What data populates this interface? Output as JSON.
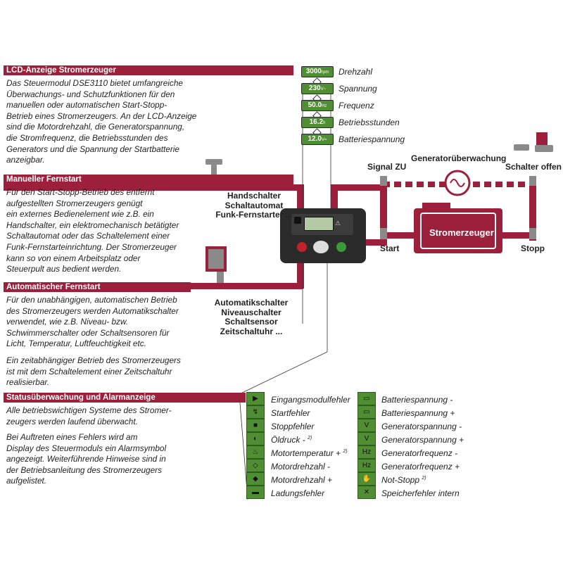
{
  "lcd": {
    "title": "LCD-Anzeige Stromerzeuger",
    "lines": [
      "Das Steuermodul DSE3110 bietet umfangreiche",
      "Überwachungs- und Schutzfunktionen für den",
      "manuellen oder automatischen Start-Stopp-",
      "Betrieb eines Stromerzeugers. An der LCD-Anzeige",
      "sind die Motordrehzahl, die Generatorspannung,",
      "die Stromfrequenz, die Betriebsstunden des",
      "Generators und die Spannung der Startbatterie",
      "anzeigbar."
    ]
  },
  "manual": {
    "title": "Manueller Fernstart",
    "lines": [
      "Für den Start-Stopp-Betrieb des entfernt",
      "aufgestellten Stromerzeugers genügt",
      "ein externes Bedienelement wie z.B. ein",
      "Handschalter, ein elektromechanisch betätigter",
      "Schaltautomat oder das Schaltelement einer",
      "Funk-Fernstarteinrichtung. Der Stromerzeuger",
      "kann so von einem Arbeitsplatz oder",
      "Steuerpult aus bedient werden."
    ]
  },
  "auto": {
    "title": "Automatischer Fernstart",
    "lines": [
      "Für den unabhängigen, automatischen Betrieb",
      "des Stromerzeugers werden Automatikschalter",
      "verwendet, wie z.B. Niveau- bzw.",
      "Schwimmerschalter oder Schaltsensoren für",
      "Licht, Temperatur, Luftfeuchtigkeit etc."
    ],
    "lines2": [
      "Ein zeitabhängiger Betrieb des Stromerzeugers",
      "ist mit dem Schaltelement einer Zeitschaltuhr",
      "realisierbar."
    ]
  },
  "status": {
    "title": "Statusüberwachung und Alarmanzeige",
    "lines": [
      "Alle betriebswichtigen Systeme des Stromer-",
      "zeugers werden laufend überwacht."
    ],
    "lines2": [
      "Bei Auftreten eines Fehlers wird am",
      "Display des Steuermoduls ein Alarmsymbol",
      "angezeigt. Weiterführende Hinweise sind in",
      "der Betriebsanleitung des Stromerzeugers",
      "aufgelistet."
    ]
  },
  "readouts": [
    {
      "value": "3000",
      "unit": "rpm",
      "label": "Drehzahl"
    },
    {
      "value": "230",
      "unit": "V~",
      "label": "Spannung"
    },
    {
      "value": "50.0",
      "unit": "Hz",
      "label": "Frequenz"
    },
    {
      "value": "16.2",
      "unit": "h",
      "label": "Betriebsstunden"
    },
    {
      "value": "12.0",
      "unit": "V=",
      "label": "Batteriespannung"
    }
  ],
  "manual_switches": [
    "Handschalter",
    "Schaltautomat",
    "Funk-Fernstarter ..."
  ],
  "auto_switches": [
    "Automatikschalter",
    "Niveauschalter",
    "Schaltsensor",
    "Zeitschaltuhr ..."
  ],
  "circuit": {
    "signal": "Signal ZU",
    "monitor": "Generatorüberwachung",
    "switch_open": "Schalter offen",
    "generator": "Stromerzeuger",
    "start": "Start",
    "stop": "Stopp"
  },
  "alarms_left": [
    {
      "label": "Eingangsmodulfehler",
      "sup": "",
      "icon": "input-module-icon"
    },
    {
      "label": "Startfehler",
      "sup": "",
      "icon": "start-fault-icon"
    },
    {
      "label": "Stoppfehler",
      "sup": "",
      "icon": "stop-fault-icon"
    },
    {
      "label": "Öldruck -",
      "sup": "2)",
      "icon": "oil-pressure-icon"
    },
    {
      "label": "Motortemperatur +",
      "sup": "2)",
      "icon": "engine-temp-icon"
    },
    {
      "label": "Motordrehzahl -",
      "sup": "",
      "icon": "engine-speed-low-icon"
    },
    {
      "label": "Motordrehzahl +",
      "sup": "",
      "icon": "engine-speed-high-icon"
    },
    {
      "label": "Ladungsfehler",
      "sup": "",
      "icon": "charge-fault-icon"
    }
  ],
  "alarms_right": [
    {
      "label": "Batteriespannung -",
      "sup": "",
      "icon": "battery-low-icon"
    },
    {
      "label": "Batteriespannung +",
      "sup": "",
      "icon": "battery-high-icon"
    },
    {
      "label": "Generatorspannung -",
      "sup": "",
      "icon": "gen-voltage-low-icon"
    },
    {
      "label": "Generatorspannung +",
      "sup": "",
      "icon": "gen-voltage-high-icon"
    },
    {
      "label": "Generatorfrequenz -",
      "sup": "",
      "icon": "gen-freq-low-icon"
    },
    {
      "label": "Generatorfrequenz +",
      "sup": "",
      "icon": "gen-freq-high-icon"
    },
    {
      "label": "Not-Stopp",
      "sup": "2)",
      "icon": "emergency-stop-icon"
    },
    {
      "label": "Speicherfehler intern",
      "sup": "",
      "icon": "memory-fault-icon"
    }
  ],
  "colors": {
    "accent": "#9c1f3b",
    "lcd_green": "#4f8e32",
    "pad_grey": "#8a8a8a"
  }
}
